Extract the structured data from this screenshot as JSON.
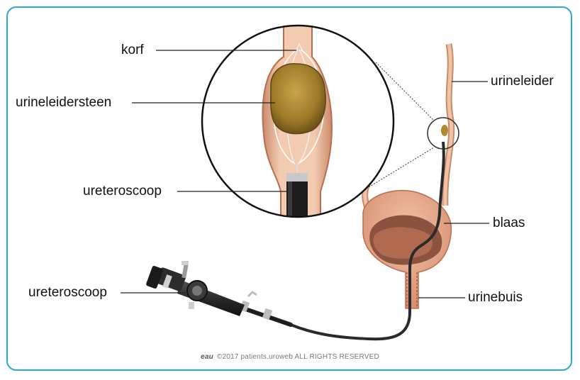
{
  "labels": {
    "korf": "korf",
    "urineleidersteen": "urineleidersteen",
    "ureteroscoop_zoom": "ureteroscoop",
    "urineleider": "urineleider",
    "blaas": "blaas",
    "ureteroscoop_device": "ureteroscoop",
    "urinebuis": "urinebuis"
  },
  "credit": {
    "logo": "eau",
    "text": "©2017 patients.uroweb ALL RIGHTS RESERVED"
  },
  "colors": {
    "frame": "#29a8d8",
    "tissue": "#e9b898",
    "tissue_dark": "#c98a6a",
    "stone": "#a8862e",
    "scope": "#2a2a2a",
    "bladder": "#e6a88a"
  }
}
